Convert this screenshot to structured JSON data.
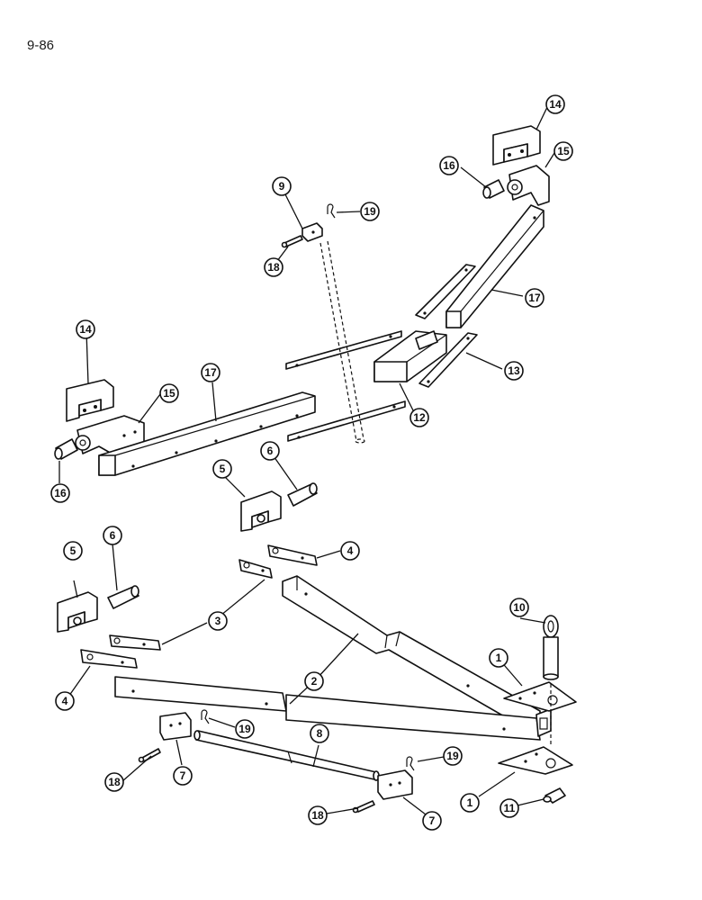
{
  "page_number": "9-86",
  "callouts": [
    {
      "id": "c14a",
      "label": "14"
    },
    {
      "id": "c15a",
      "label": "15"
    },
    {
      "id": "c16a",
      "label": "16"
    },
    {
      "id": "c17a",
      "label": "17"
    },
    {
      "id": "c13",
      "label": "13"
    },
    {
      "id": "c12",
      "label": "12"
    },
    {
      "id": "c9",
      "label": "9"
    },
    {
      "id": "c19a",
      "label": "19"
    },
    {
      "id": "c18a",
      "label": "18"
    },
    {
      "id": "c14b",
      "label": "14"
    },
    {
      "id": "c15b",
      "label": "15"
    },
    {
      "id": "c17b",
      "label": "17"
    },
    {
      "id": "c16b",
      "label": "16"
    },
    {
      "id": "c5a",
      "label": "5"
    },
    {
      "id": "c6a",
      "label": "6"
    },
    {
      "id": "c4a",
      "label": "4"
    },
    {
      "id": "c5b",
      "label": "5"
    },
    {
      "id": "c6b",
      "label": "6"
    },
    {
      "id": "c3",
      "label": "3"
    },
    {
      "id": "c4b",
      "label": "4"
    },
    {
      "id": "c2",
      "label": "2"
    },
    {
      "id": "c10",
      "label": "10"
    },
    {
      "id": "c1a",
      "label": "1"
    },
    {
      "id": "c19b",
      "label": "19"
    },
    {
      "id": "c8",
      "label": "8"
    },
    {
      "id": "c19c",
      "label": "19"
    },
    {
      "id": "c18b",
      "label": "18"
    },
    {
      "id": "c7a",
      "label": "7"
    },
    {
      "id": "c18c",
      "label": "18"
    },
    {
      "id": "c7b",
      "label": "7"
    },
    {
      "id": "c1b",
      "label": "1"
    },
    {
      "id": "c11",
      "label": "11"
    }
  ]
}
